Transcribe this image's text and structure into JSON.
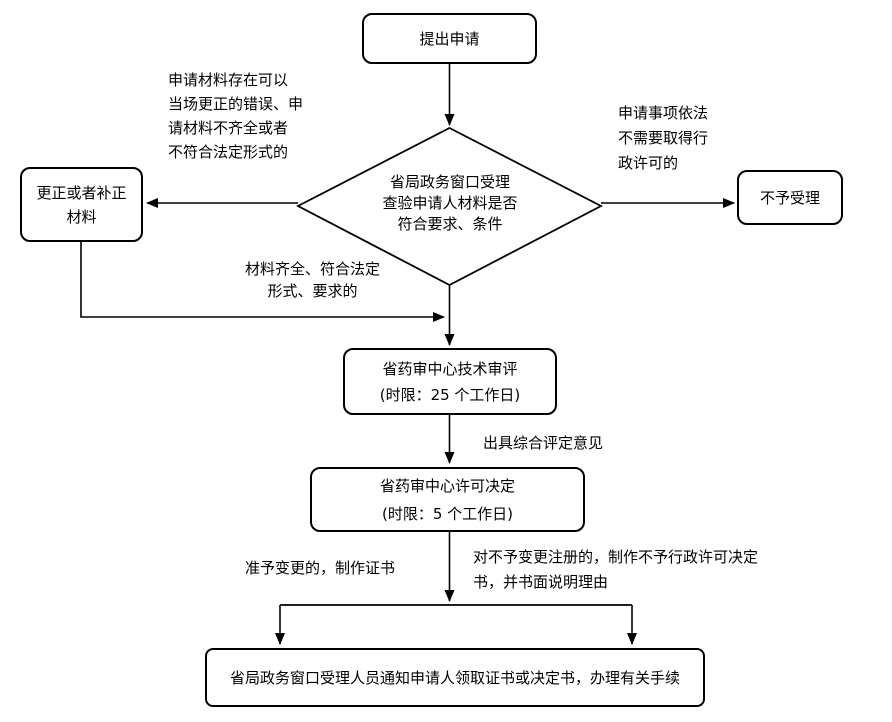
{
  "diagram": {
    "nodes": {
      "start": "提出申请",
      "decision": "省局政务窗口受理\n查验申请人材料是否\n符合要求、条件",
      "correct": "更正或者补正\n材料",
      "reject": "不予受理",
      "tech_review": "省药审中心技术审评\n(时限：25 个工作日)",
      "license_decision": "省药审中心许可决定\n(时限：5 个工作日)",
      "notify": "省局政务窗口受理人员通知申请人领取证书或决定书，办理有关手续"
    },
    "edge_labels": {
      "correctable": "申请材料存在可以\n当场更正的错误、申\n请材料不齐全或者\n不符合法定形式的",
      "no_permit_needed": "申请事项依法\n不需要取得行\n政许可的",
      "materials_complete": "材料齐全、符合法定\n形式、要求的",
      "evaluation_opinion": "出具综合评定意见",
      "approve": "准予变更的，制作证书",
      "disapprove": "对不予变更注册的，制作不予行政许可决定\n书，并书面说明理由"
    },
    "colors": {
      "line": "#000000",
      "text": "#000000",
      "background": "#ffffff"
    }
  }
}
